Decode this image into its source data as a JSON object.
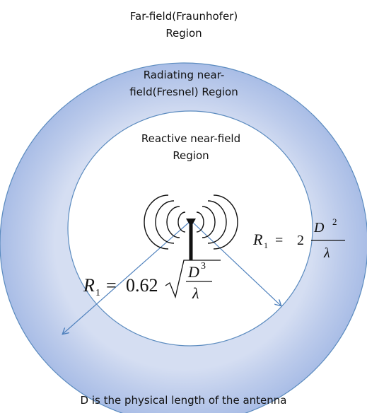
{
  "regions": {
    "far_field": {
      "line1": "Far-field(Fraunhofer)",
      "line2": "Region"
    },
    "radiating_near_field": {
      "line1": "Radiating near-",
      "line2": "field(Fresnel) Region"
    },
    "reactive_near_field": {
      "line1": "Reactive near-field",
      "line2": "Region"
    }
  },
  "formula_inner": {
    "symbol": "R",
    "subscript": "1",
    "equals": "=",
    "coefficient": "0.62",
    "numerator_base": "D",
    "numerator_exponent": "3",
    "denominator": "λ"
  },
  "formula_outer": {
    "symbol": "R",
    "subscript": "1",
    "equals": "=",
    "coefficient": "2",
    "numerator_base": "D",
    "numerator_exponent": "2",
    "denominator": "λ"
  },
  "caption": "D is the physical length of the antenna",
  "colors": {
    "outer_fill": "#a9bde6",
    "outer_edge": "#d5def2",
    "inner_fill": "#ffffff",
    "circle_stroke": "#5b8bbf",
    "arrow": "#4f81bd",
    "antenna": "#111111"
  }
}
